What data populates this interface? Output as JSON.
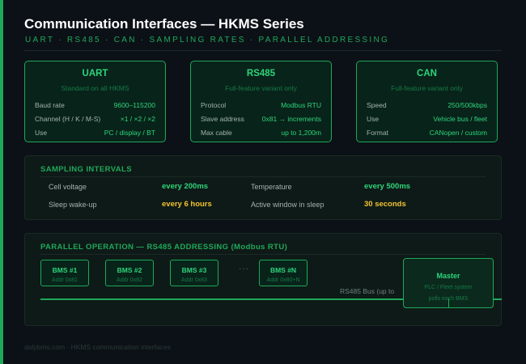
{
  "header": {
    "title": "Communication Interfaces — HKMS Series",
    "subtitle": "UART · RS485 · CAN · SAMPLING RATES · PARALLEL ADDRESSING"
  },
  "interfaces": [
    {
      "name": "UART",
      "note": "Standard on all HKMS",
      "rows": [
        {
          "label": "Baud rate",
          "value": "9600–115200"
        },
        {
          "label": "Channel (H / K / M-S)",
          "value": "×1 / ×2 / ×2"
        },
        {
          "label": "Use",
          "value": "PC / display / BT"
        }
      ]
    },
    {
      "name": "RS485",
      "note": "Full-feature variant only",
      "rows": [
        {
          "label": "Protocol",
          "value": "Modbus RTU"
        },
        {
          "label": "Slave address",
          "value": "0x81 → increments"
        },
        {
          "label": "Max cable",
          "value": "up to 1,200m"
        }
      ]
    },
    {
      "name": "CAN",
      "note": "Full-feature variant only",
      "rows": [
        {
          "label": "Speed",
          "value": "250/500kbps"
        },
        {
          "label": "Use",
          "value": "Vehicle bus / fleet"
        },
        {
          "label": "Format",
          "value": "CANopen / custom"
        }
      ]
    }
  ],
  "sampling": {
    "title": "SAMPLING INTERVALS",
    "items": [
      {
        "label": "Cell voltage",
        "value": "every 200ms"
      },
      {
        "label": "Temperature",
        "value": "every 500ms"
      },
      {
        "label": "Sleep wake-up",
        "value": "every 6 hours"
      },
      {
        "label": "Active window in sleep",
        "value": "30 seconds"
      }
    ]
  },
  "parallel": {
    "title": "PARALLEL OPERATION — RS485 ADDRESSING (Modbus RTU)",
    "units": [
      {
        "name": "BMS #1",
        "addr": "Addr 0x81"
      },
      {
        "name": "BMS #2",
        "addr": "Addr 0x82"
      },
      {
        "name": "BMS #3",
        "addr": "Addr 0x83"
      },
      {
        "name": "BMS #N",
        "addr": "Addr 0x80+N"
      }
    ],
    "ellipsis": "···",
    "bus_label": "RS485 Bus (up to",
    "master": {
      "name": "Master",
      "line1": "PLC / Fleet system",
      "line2": "polls each BMS"
    }
  },
  "footer": "dalybms.com · HKMS communication interfaces",
  "colors": {
    "background": "#0c1117",
    "accent_green": "#1fa85a",
    "value_green": "#2ed47a",
    "value_yellow": "#f2c230"
  }
}
